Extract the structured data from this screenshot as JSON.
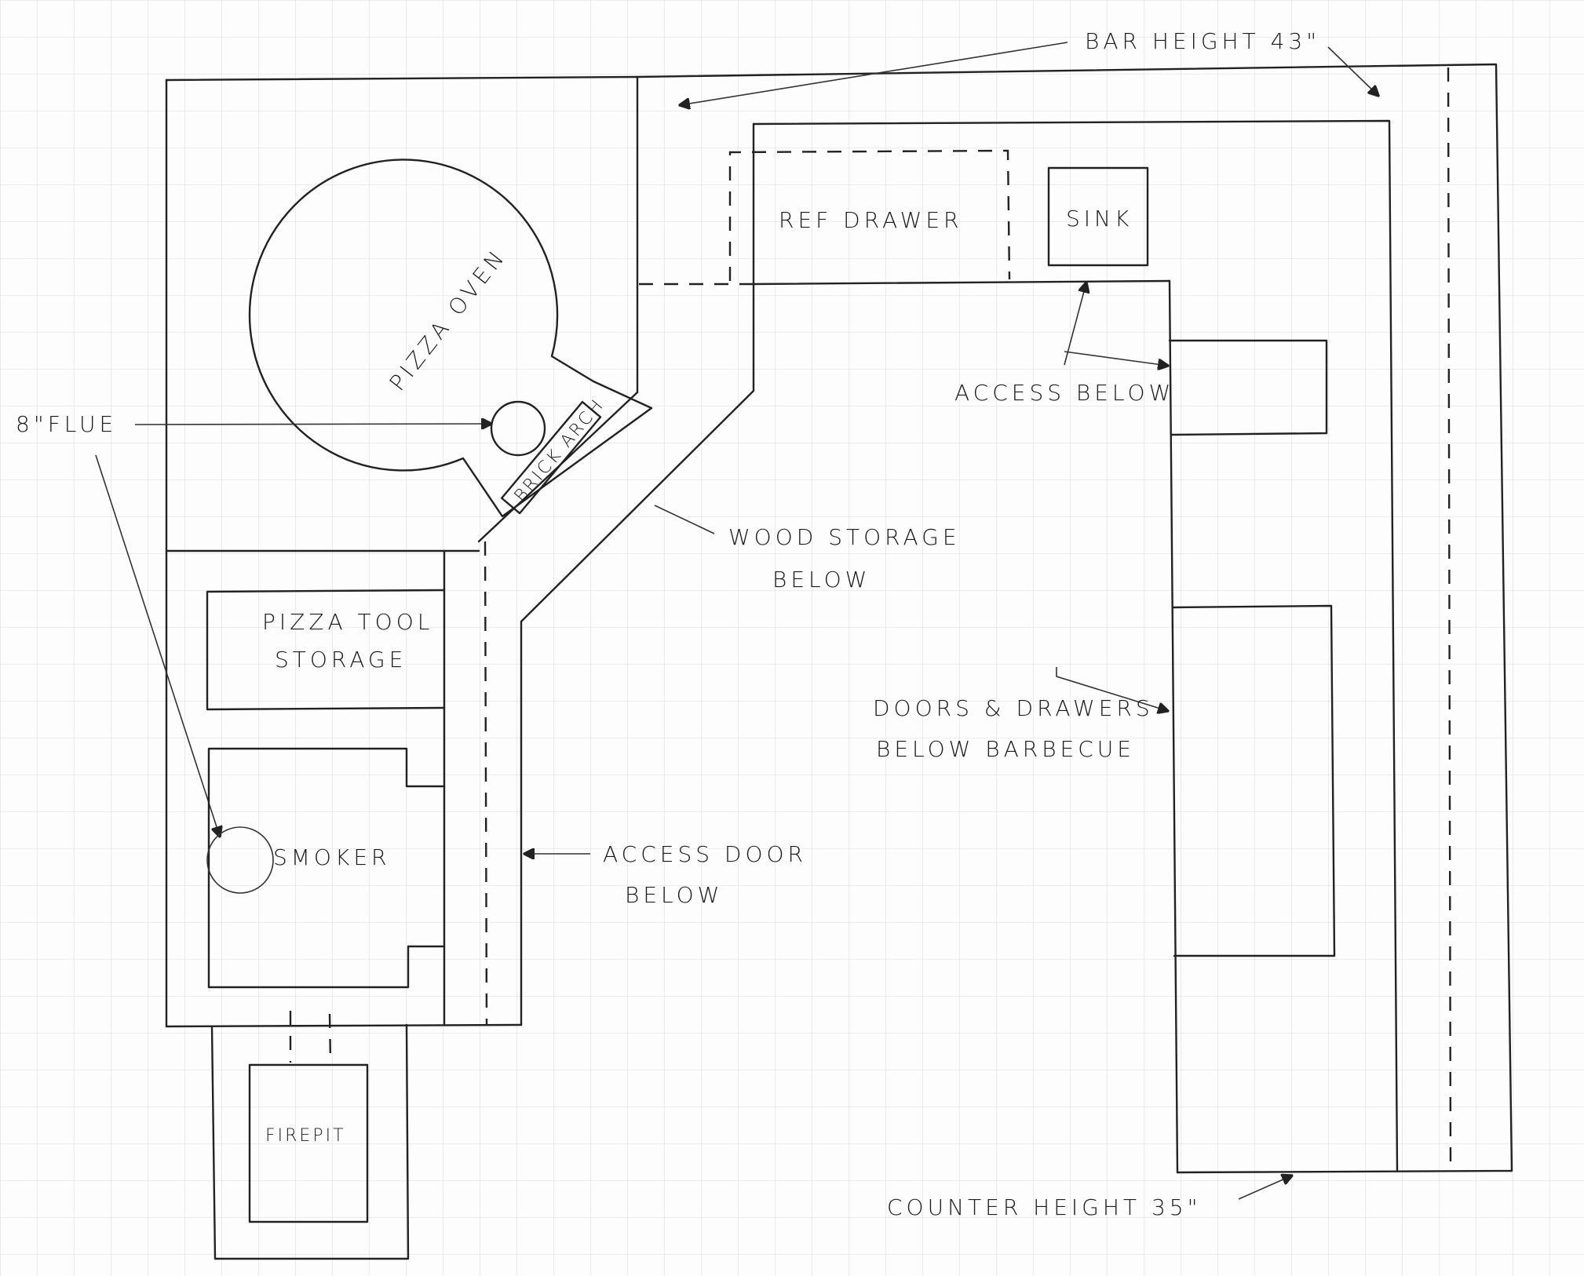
{
  "diagram": {
    "type": "hand-drawn outdoor kitchen floor plan",
    "labels": {
      "bar_height": "BAR HEIGHT  43\"",
      "counter_height": "COUNTER HEIGHT  35\"",
      "ref_drawer": "REF DRAWER",
      "sink": "SINK",
      "access_below": "ACCESS BELOW",
      "pizza_oven": "PIZZA OVEN",
      "flue": "8\"FLUE",
      "brick_arch": "BRICK ARCH",
      "wood_storage_line1": "WOOD STORAGE",
      "wood_storage_line2": "BELOW",
      "pizza_tool_line1": "PIZZA TOOL",
      "pizza_tool_line2": "STORAGE",
      "smoker": "SMOKER",
      "access_door_line1": "ACCESS DOOR",
      "access_door_line2": "BELOW",
      "doors_drawers_line1": "DOORS & DRAWERS",
      "doors_drawers_line2": "BELOW BARBECUE",
      "firepit": "FIREPIT"
    },
    "colors": {
      "ink": "#222222",
      "paper": "#fdfdfd",
      "grid": "#b4b4b4"
    }
  }
}
